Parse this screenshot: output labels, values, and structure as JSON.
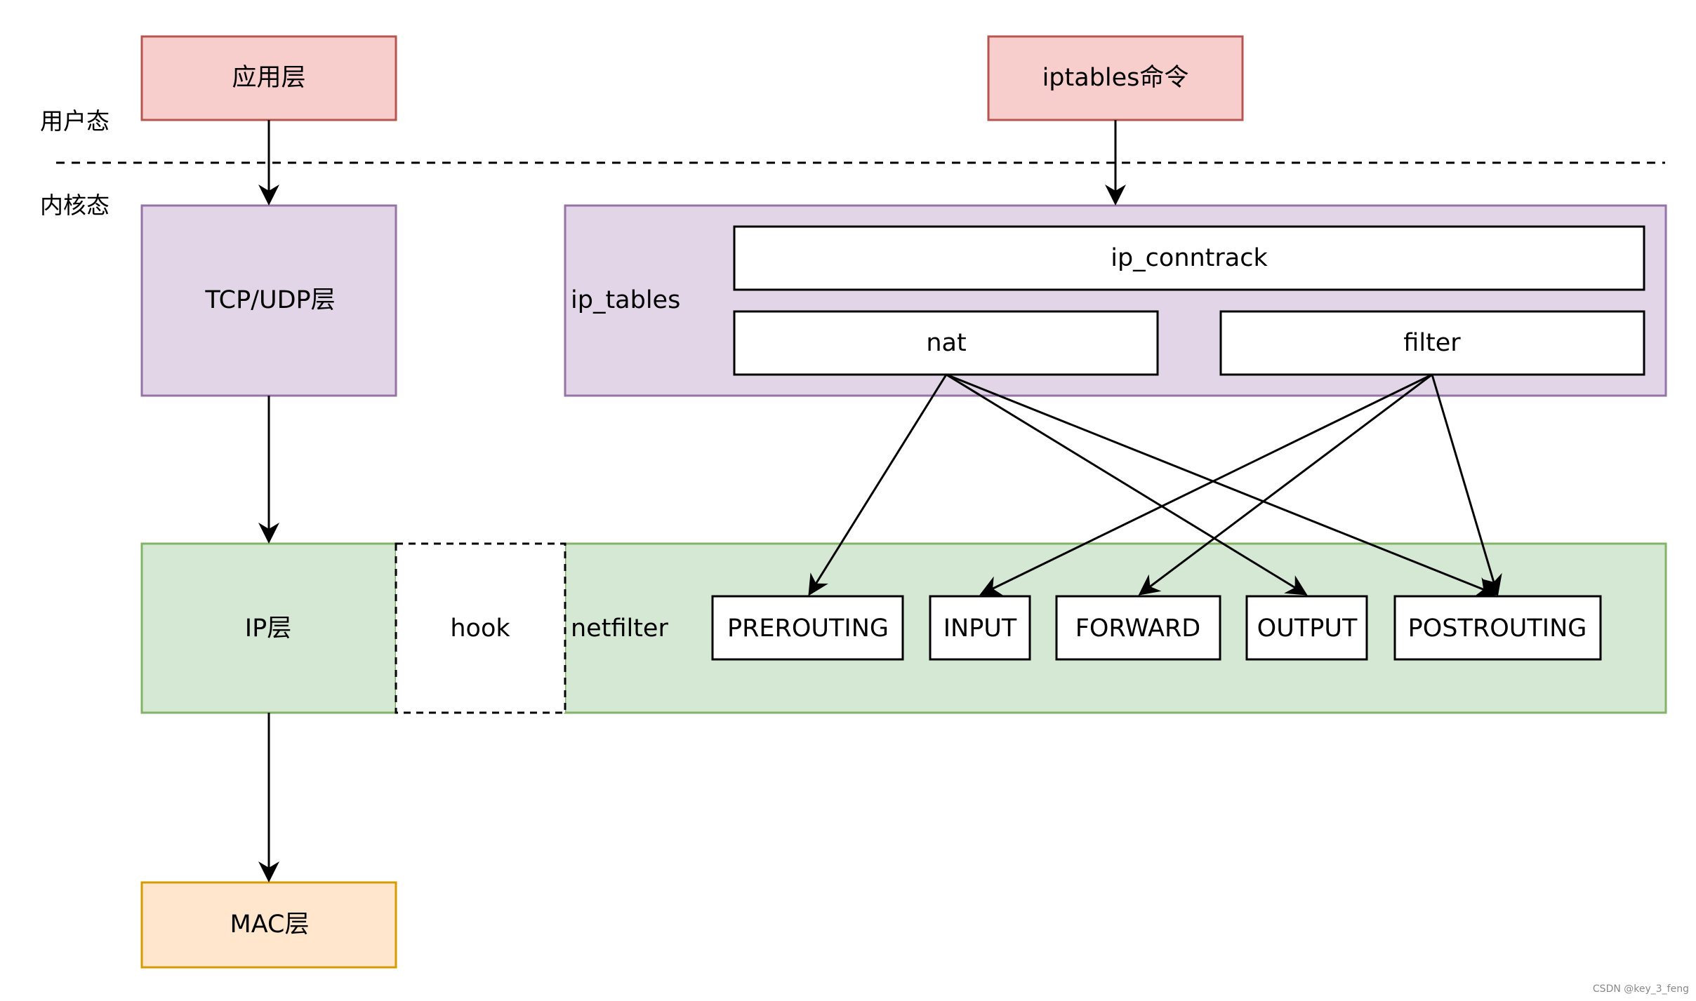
{
  "labels": {
    "user_mode": "用户态",
    "kernel_mode": "内核态"
  },
  "nodes": {
    "app_layer": "应用层",
    "iptables_command": "iptables命令",
    "tcp_udp_layer": "TCP/UDP层",
    "ip_tables": "ip_tables",
    "ip_conntrack": "ip_conntrack",
    "nat": "nat",
    "filter": "filter",
    "ip_layer": "IP层",
    "hook": "hook",
    "netfilter": "netfilter",
    "prerouting": "PREROUTING",
    "input": "INPUT",
    "forward": "FORWARD",
    "output": "OUTPUT",
    "postrouting": "POSTROUTING",
    "mac_layer": "MAC层"
  },
  "edges": [
    {
      "from": "应用层",
      "to": "TCP/UDP层"
    },
    {
      "from": "iptables命令",
      "to": "ip_tables"
    },
    {
      "from": "TCP/UDP层",
      "to": "IP层"
    },
    {
      "from": "IP层",
      "to": "MAC层"
    },
    {
      "from": "nat",
      "to": "PREROUTING"
    },
    {
      "from": "nat",
      "to": "OUTPUT"
    },
    {
      "from": "nat",
      "to": "POSTROUTING"
    },
    {
      "from": "filter",
      "to": "INPUT"
    },
    {
      "from": "filter",
      "to": "FORWARD"
    },
    {
      "from": "filter",
      "to": "POSTROUTING"
    }
  ],
  "colors": {
    "user_fill": "#f8cecc",
    "user_stroke": "#b85450",
    "kernel_fill": "#e1d5e7",
    "kernel_stroke": "#9673a6",
    "netfilter_fill": "#d5e8d4",
    "netfilter_stroke": "#82b366",
    "mac_fill": "#ffe6cc",
    "mac_stroke": "#d79b00"
  },
  "watermark": "CSDN @key_3_feng"
}
